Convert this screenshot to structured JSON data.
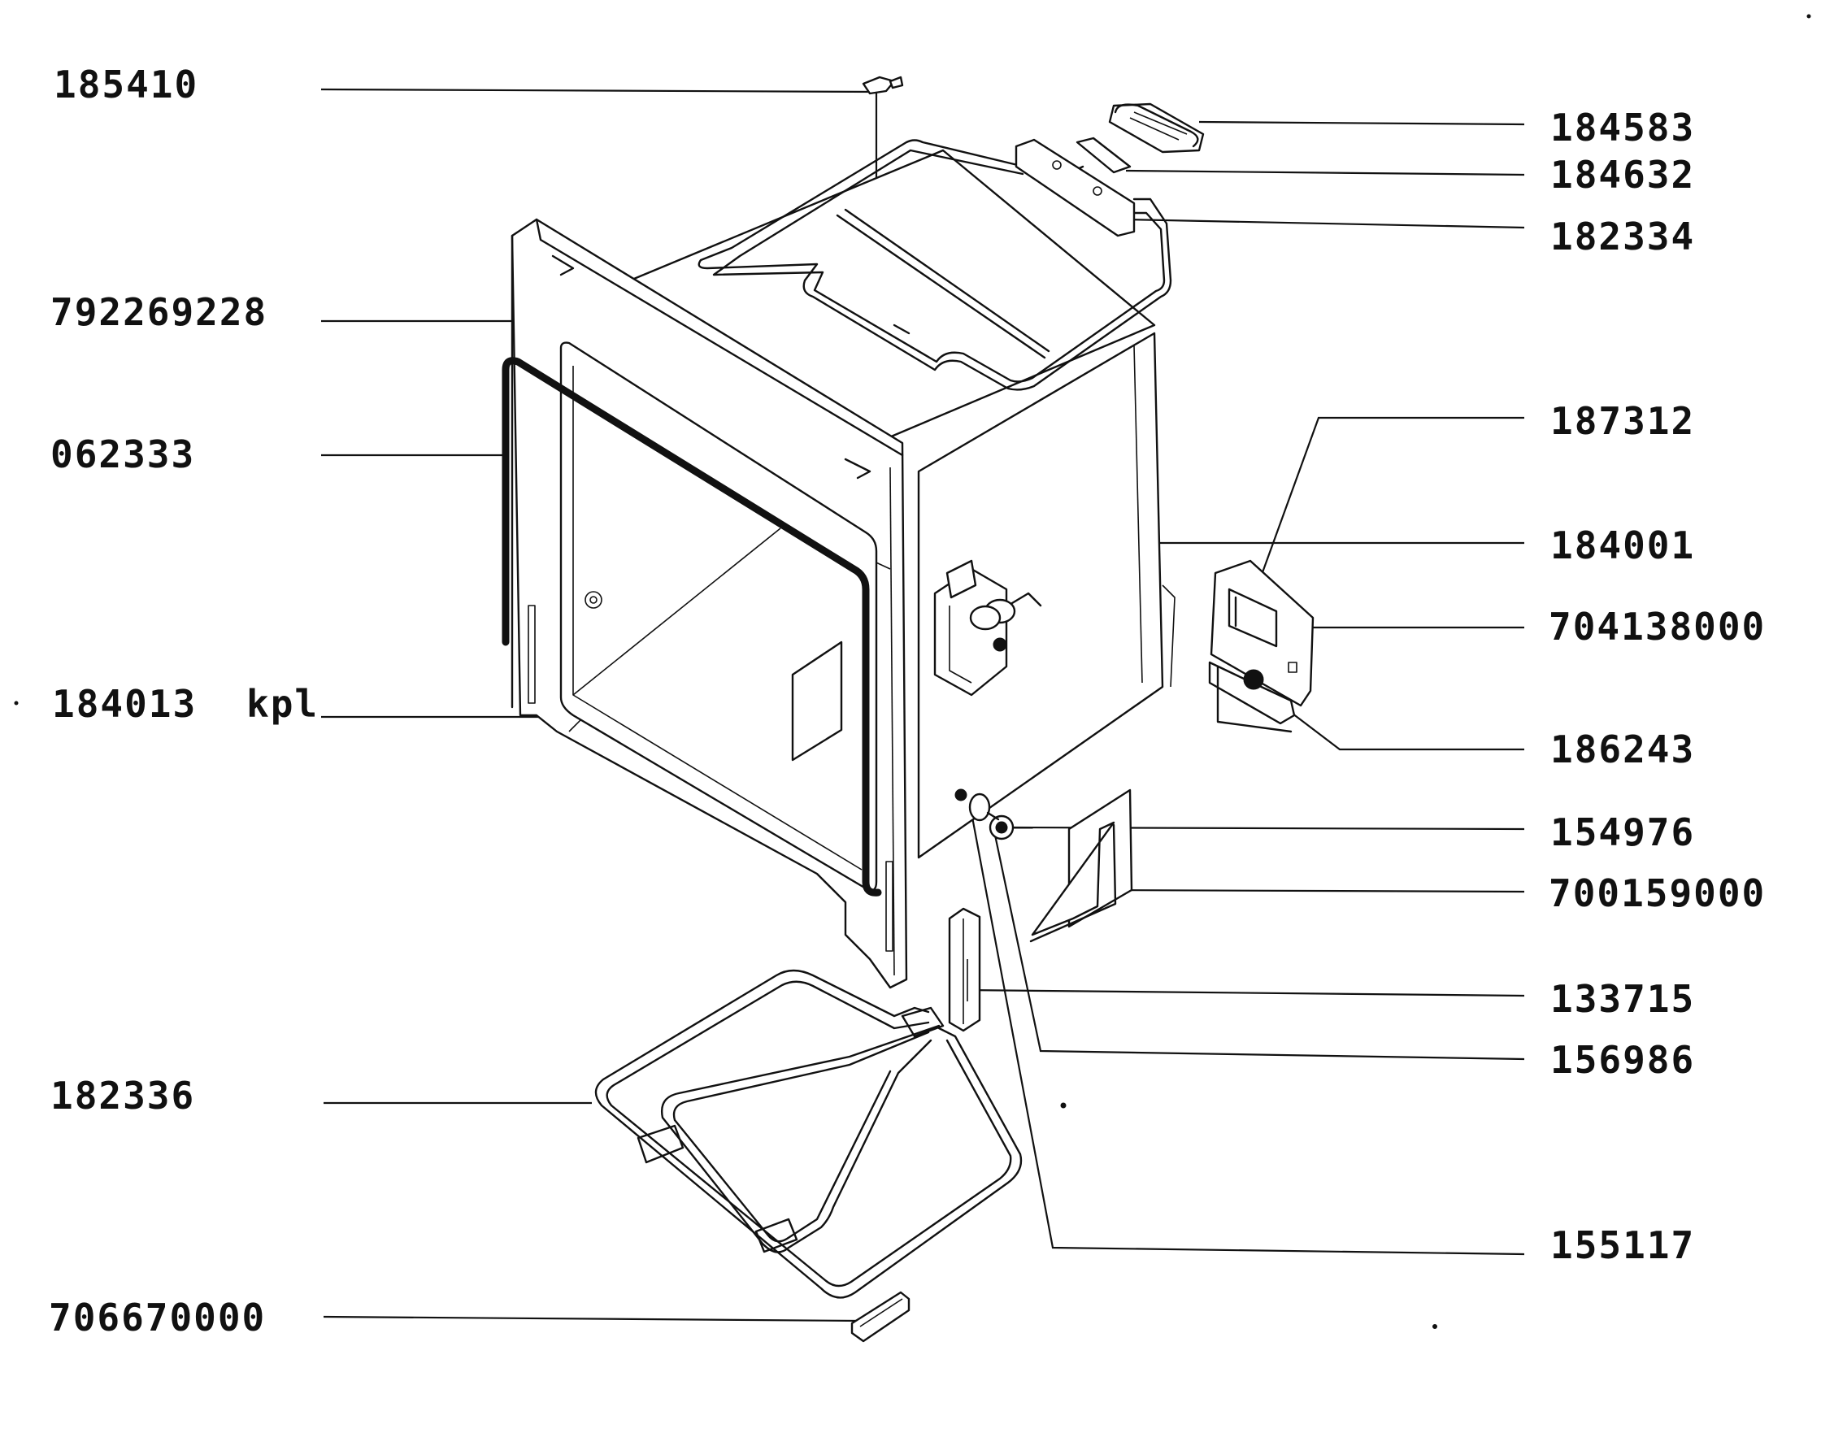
{
  "diagram": {
    "labels": [
      {
        "id": "185410",
        "text": "185410"
      },
      {
        "id": "792269228",
        "text": "792269228"
      },
      {
        "id": "062333",
        "text": "062333"
      },
      {
        "id": "184013",
        "text": "184013"
      },
      {
        "id": "kpl",
        "text": "kpl"
      },
      {
        "id": "182336",
        "text": "182336"
      },
      {
        "id": "706670000",
        "text": "706670000"
      },
      {
        "id": "184583",
        "text": "184583"
      },
      {
        "id": "184632",
        "text": "184632"
      },
      {
        "id": "182334",
        "text": "182334"
      },
      {
        "id": "187312",
        "text": "187312"
      },
      {
        "id": "184001",
        "text": "184001"
      },
      {
        "id": "704138000",
        "text": "704138000"
      },
      {
        "id": "186243",
        "text": "186243"
      },
      {
        "id": "154976",
        "text": "154976"
      },
      {
        "id": "700159000",
        "text": "700159000"
      },
      {
        "id": "133715",
        "text": "133715"
      },
      {
        "id": "156986",
        "text": "156986"
      },
      {
        "id": "155117",
        "text": "155117"
      }
    ]
  },
  "colors": {
    "ink": "#111111",
    "paper": "#ffffff"
  }
}
